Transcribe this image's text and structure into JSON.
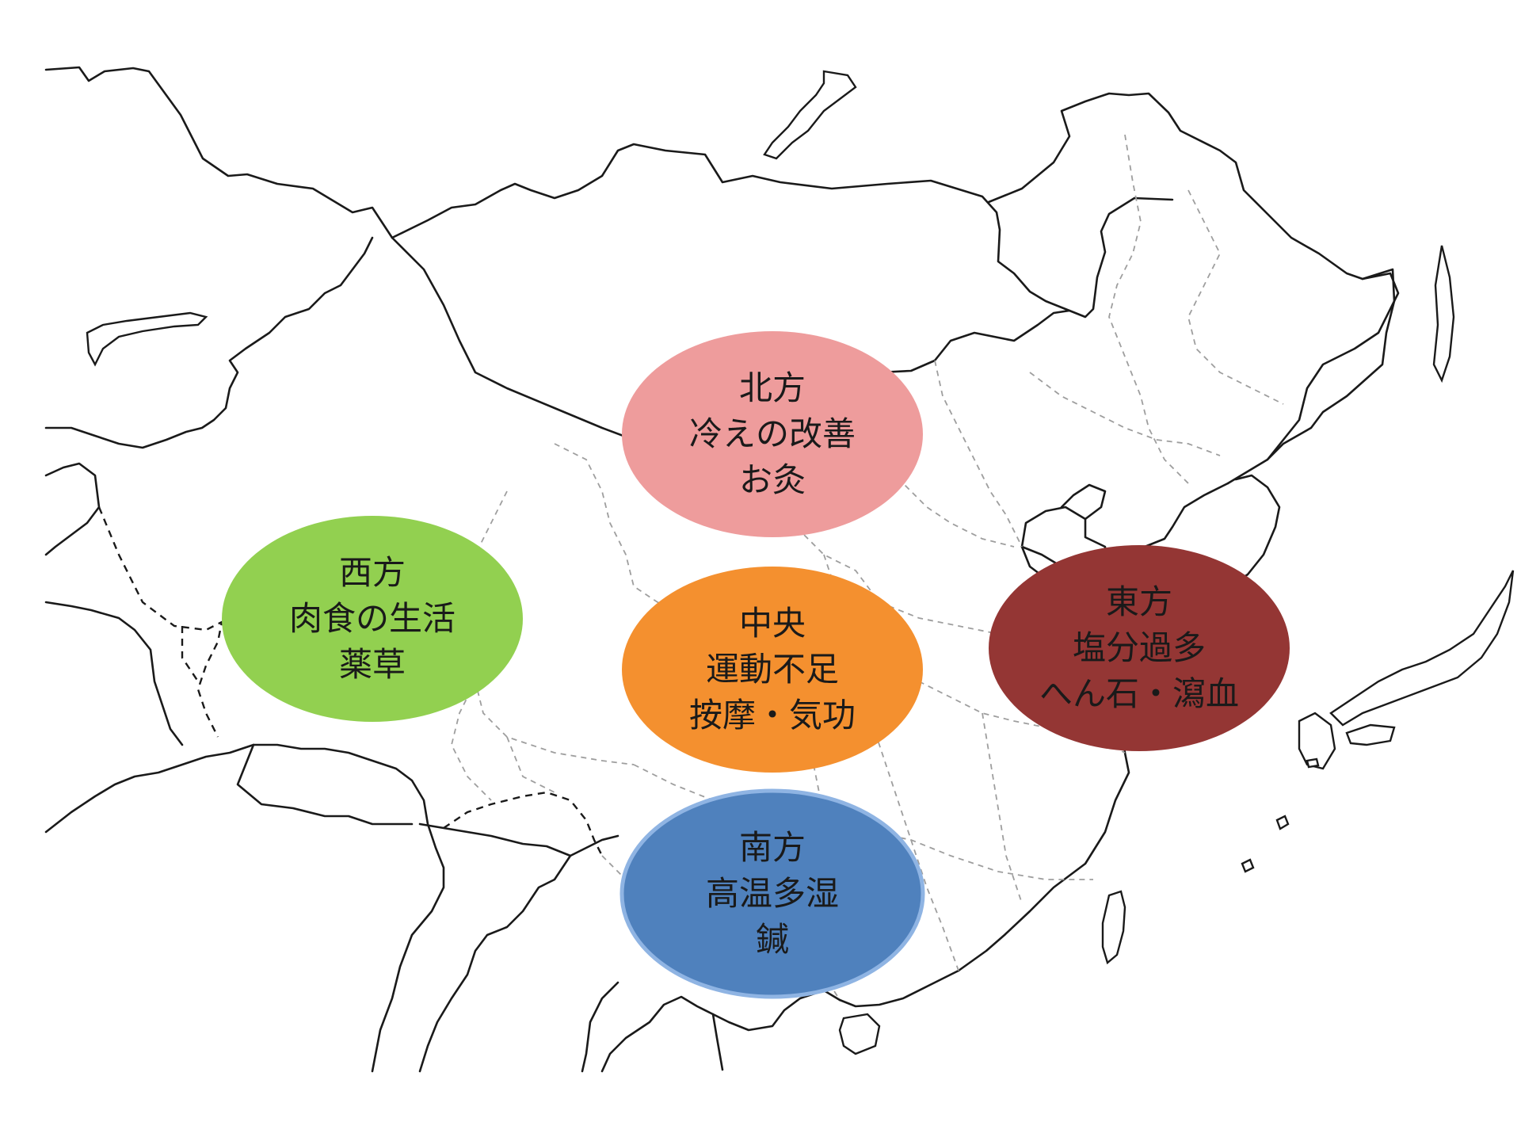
{
  "regions": [
    {
      "key": "north",
      "lines": [
        "北方",
        "冷えの改善",
        "お灸"
      ],
      "color": "#ee9c9c",
      "text_color": "#1a1a1a"
    },
    {
      "key": "west",
      "lines": [
        "西方",
        "肉食の生活",
        "薬草"
      ],
      "color": "#92d050",
      "text_color": "#1a1a1a"
    },
    {
      "key": "center",
      "lines": [
        "中央",
        "運動不足",
        "按摩・気功"
      ],
      "color": "#f4902f",
      "text_color": "#1a1a1a"
    },
    {
      "key": "east",
      "lines": [
        "東方",
        "塩分過多",
        "へん石・瀉血"
      ],
      "color": "#943634",
      "text_color": "#1a1a1a"
    },
    {
      "key": "south",
      "lines": [
        "南方",
        "高温多湿",
        "鍼"
      ],
      "color": "#4f81bd",
      "text_color": "#1a1a1a"
    }
  ]
}
